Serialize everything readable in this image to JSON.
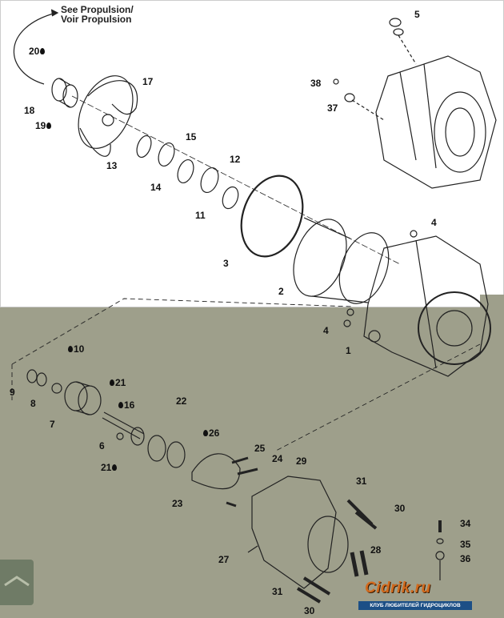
{
  "note": {
    "line1": "See Propulsion/",
    "line2": "Voir Propulsion"
  },
  "callouts": {
    "c20": "20",
    "c17": "17",
    "c18": "18",
    "c19": "19",
    "c15": "15",
    "c13": "13",
    "c12": "12",
    "c14": "14",
    "c11": "11",
    "c3": "3",
    "c2": "2",
    "c5": "5",
    "c38": "38",
    "c37": "37",
    "c4a": "4",
    "c4b": "4",
    "c1": "1",
    "c10": "10",
    "c9": "9",
    "c8": "8",
    "c21a": "21",
    "c16": "16",
    "c7": "7",
    "c22": "22",
    "c26": "26",
    "c6": "6",
    "c21b": "21",
    "c25": "25",
    "c24": "24",
    "c29": "29",
    "c31a": "31",
    "c23": "23",
    "c30a": "30",
    "c34": "34",
    "c35": "35",
    "c36": "36",
    "c27": "27",
    "c28": "28",
    "c31b": "31",
    "c30b": "30"
  },
  "logo": {
    "main": "Cidrik.ru",
    "sub": "КЛУБ ЛЮБИТЕЛЕЙ ГИДРОЦИКЛОВ"
  },
  "colors": {
    "top_bg": "#ffffff",
    "bottom_bg": "#9e9f8b",
    "logo_orange": "#d36a1d",
    "logo_blue": "#1c4f86"
  }
}
